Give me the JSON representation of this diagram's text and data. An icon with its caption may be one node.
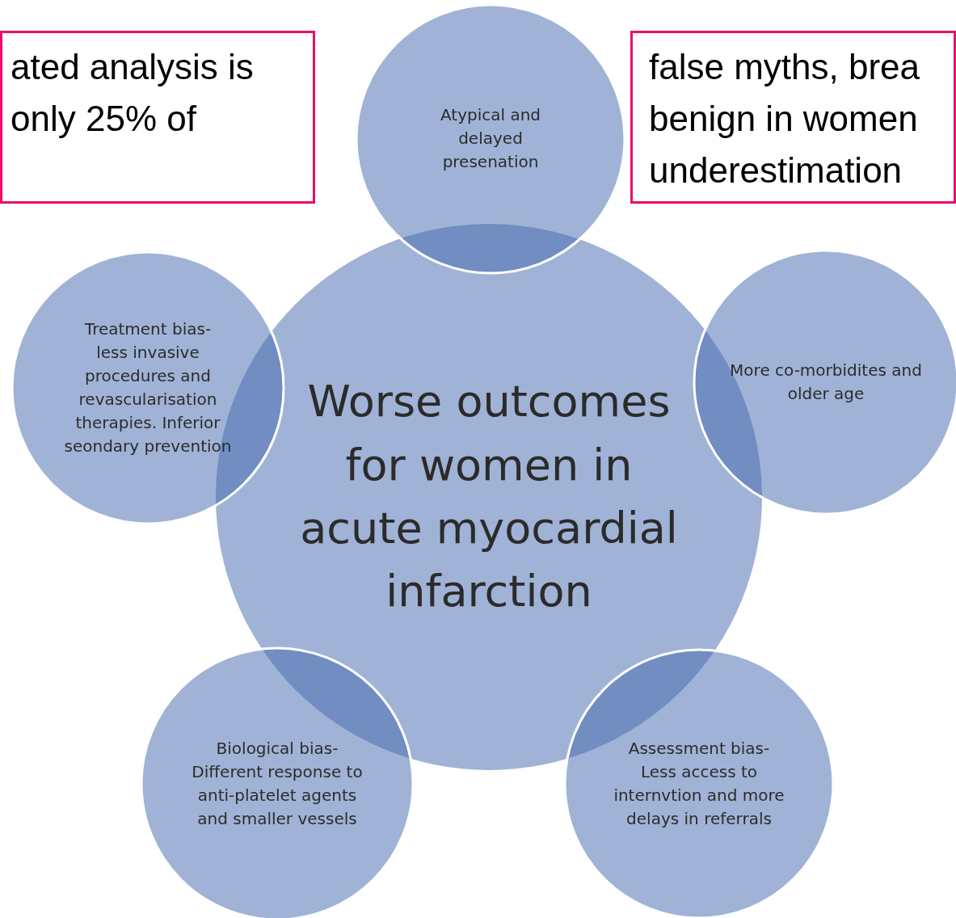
{
  "diagram": {
    "nodes": [
      {
        "text": [
          "ated analysis is only 25% of"
        ]
      },
      {
        "text": [
          "false myths, brea benign in women underestimation"
        ]
      },
      {
        "text": [
          "Atypical and delayed presenation"
        ]
      },
      {
        "text": [
          "Worse outcomes for women in acute myocardial infarction"
        ]
      },
      {
        "text": [
          "Treatment bias-",
          "less invasive procedures and revascularisation therapies. Inferior seondary prevention"
        ]
      },
      {
        "text": [
          "More co-morbidites and older age"
        ]
      },
      {
        "text": [
          "Biological bias-",
          "Different response to anti-platelet agents and smaller vessels"
        ]
      },
      {
        "text": [
          "Assessment bias-",
          "Less access to internvtion and more delays in referrals"
        ]
      }
    ],
    "edges": []
  }
}
